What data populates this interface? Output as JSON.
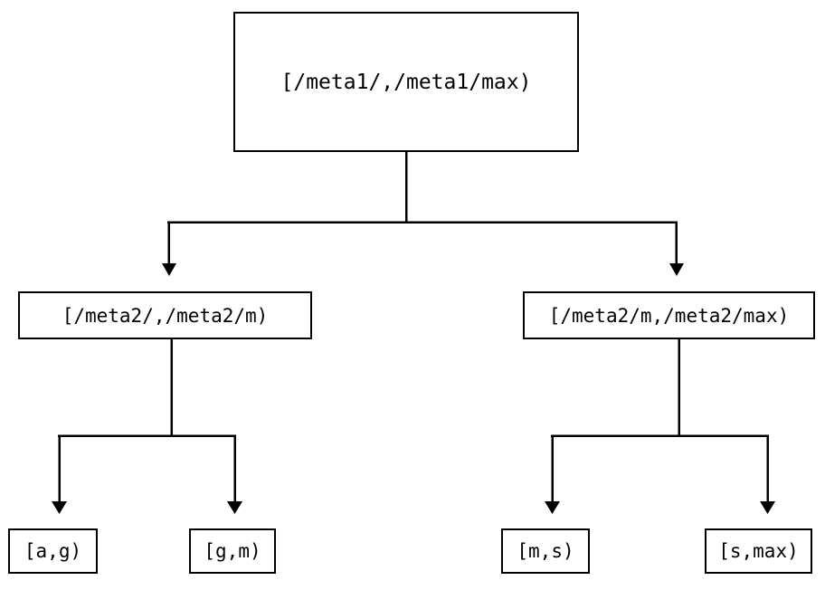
{
  "diagram": {
    "type": "tree",
    "orientation": "top-down",
    "background_color": "#ffffff",
    "stroke_color": "#000000",
    "text_color": "#000000",
    "nodes": {
      "root": {
        "label": "[/meta1/,/meta1/max)",
        "level": 0
      },
      "mid_left": {
        "label": "[/meta2/,/meta2/m)",
        "level": 1
      },
      "mid_right": {
        "label": "[/meta2/m,/meta2/max)",
        "level": 1
      },
      "leaf_ag": {
        "label": "[a,g)",
        "level": 2
      },
      "leaf_gm": {
        "label": "[g,m)",
        "level": 2
      },
      "leaf_ms": {
        "label": "[m,s)",
        "level": 2
      },
      "leaf_smax": {
        "label": "[s,max)",
        "level": 2
      }
    },
    "edges": [
      {
        "from": "root",
        "to": "mid_left",
        "arrow": "down"
      },
      {
        "from": "root",
        "to": "mid_right",
        "arrow": "down"
      },
      {
        "from": "mid_left",
        "to": "leaf_ag",
        "arrow": "down"
      },
      {
        "from": "mid_left",
        "to": "leaf_gm",
        "arrow": "down"
      },
      {
        "from": "mid_right",
        "to": "leaf_ms",
        "arrow": "down"
      },
      {
        "from": "mid_right",
        "to": "leaf_smax",
        "arrow": "down"
      }
    ]
  }
}
